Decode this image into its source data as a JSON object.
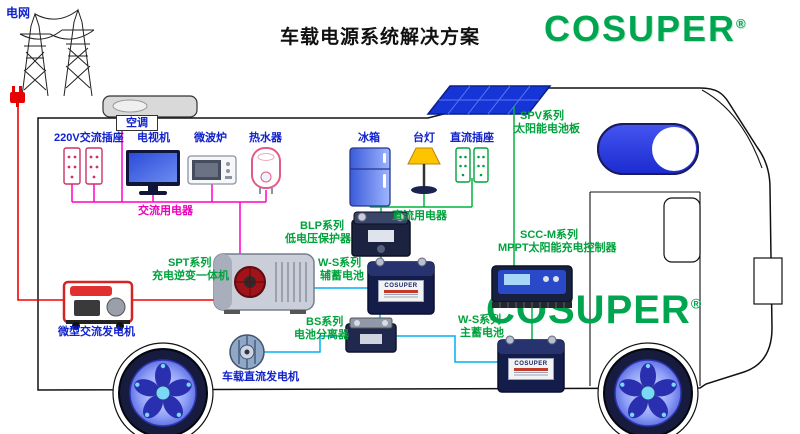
{
  "header": {
    "title": "车载电源系统解决方案"
  },
  "brand": {
    "logo": "COSUPER",
    "reg": "®"
  },
  "watermark": {
    "text": "COSUPER",
    "reg": "®"
  },
  "grid": {
    "label": "电网"
  },
  "roof": {
    "air_conditioner": "空调",
    "solar_series": "SPV系列",
    "solar_name": "太阳能电池板"
  },
  "ac_appliances": {
    "socket": "220V交流插座",
    "tv": "电视机",
    "microwave": "微波炉",
    "water_heater": "热水器",
    "group_label": "交流用电器"
  },
  "dc_appliances": {
    "fridge": "冰箱",
    "lamp": "台灯",
    "socket": "直流插座",
    "group_label": "直流用电器"
  },
  "products": {
    "blp": {
      "series": "BLP系列",
      "name": "低电压保护器"
    },
    "scc": {
      "series": "SCC-M系列",
      "name": "MPPT太阳能充电控制器"
    },
    "spt": {
      "series": "SPT系列",
      "name": "充电逆变一体机"
    },
    "aux_battery": {
      "series": "W-S系列",
      "name": "辅蓄电池"
    },
    "bs": {
      "series": "BS系列",
      "name": "电池分离器"
    },
    "main_battery": {
      "series": "W-S系列",
      "name": "主蓄电池"
    }
  },
  "generators": {
    "ac": "微型交流发电机",
    "dc": "车载直流发电机"
  },
  "battery_sticker": {
    "brand": "COSUPER"
  },
  "colors": {
    "brand_green": "#00a550",
    "label_blue": "#1122cc",
    "label_green": "#00a23c",
    "label_magenta": "#ee00bb",
    "wire_ac": "#ff00cc",
    "wire_dc": "#00b43c",
    "wire_battery": "#00b0f0",
    "wire_grid": "#f20202",
    "solar_blue": "#1535d6"
  }
}
